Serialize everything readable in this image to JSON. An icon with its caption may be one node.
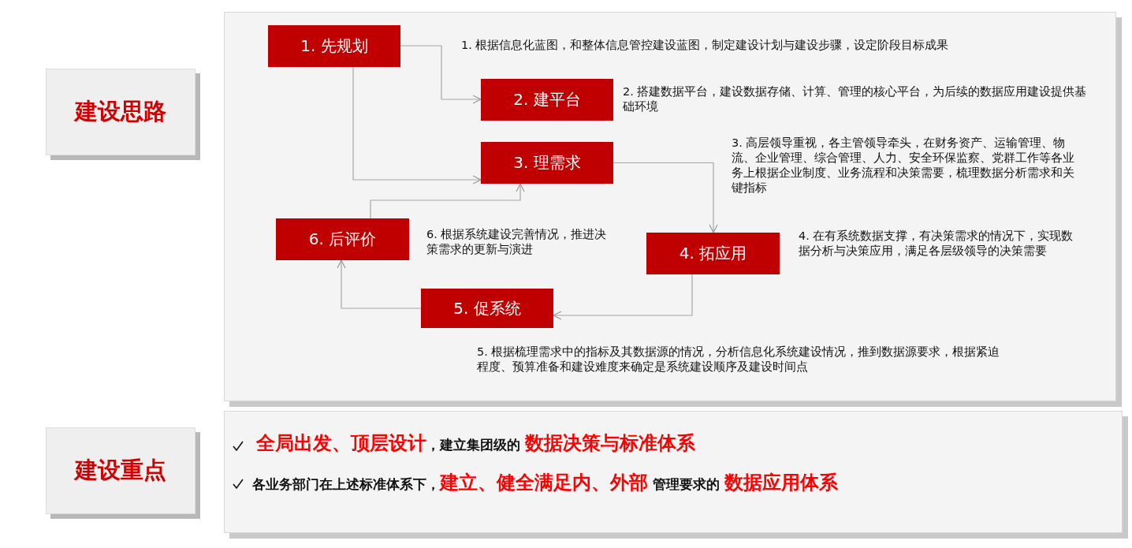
{
  "diagram": {
    "nodes": [
      {
        "text": [
          "建设思路"
        ]
      },
      {
        "text": [
          "1. 先规划"
        ]
      },
      {
        "text": [
          "2. 建平台"
        ],
        "beside": [
          "2. 搭建数据平台，建设数据存储、计算、管理的核心平台，为后续的数据应用建设提供基础环境"
        ]
      },
      {
        "text": [
          "3. 理需求"
        ]
      },
      {
        "text": [
          "6. 后评价"
        ],
        "beside": [
          "6. 根据系统建设完善情况，推进决策需求的更新与演进"
        ]
      },
      {
        "text": [
          "4. 拓应用"
        ],
        "beside": [
          "4. 在有系统数据支撑，有决策需求的情况下，实现数据分析与决策应用，满足各层级领导的决策需要"
        ]
      },
      {
        "text": [
          "5. 促系统"
        ],
        "beside": [
          "5. 根据梳理需求中的指标及其数据源的情况，分析信息化系统建设情况，推到数据源要求，根据紧迫程度、预算准备和建设难度来确定是系统建设顺序及建设时间点"
        ]
      },
      {
        "text": [
          "建设重点"
        ]
      }
    ],
    "edges": [
      {
        "from": 1,
        "to": 2,
        "arrow": "to"
      },
      {
        "from": 1,
        "to": 3,
        "arrow": "to"
      },
      {
        "from": 3,
        "to": 5,
        "arrow": "to"
      },
      {
        "from": 5,
        "to": 6,
        "arrow": "to"
      },
      {
        "from": 6,
        "to": 4,
        "arrow": "to"
      },
      {
        "from": 4,
        "to": 3,
        "arrow": "to"
      }
    ],
    "labels": [
      "1. 根据信息化蓝图，和整体信息管控建设蓝图，制定建设计划与建设步骤，设定阶段目标成果",
      "3. 高层领导重视，各主管领导牵头，在财务资产、运输管理、物流、企业管理、综合管理、人力、安全环保监察、党群工作等各业务上根据企业制度、业务流程和决策需要，梳理数据分析需求和关键指标",
      "**全局出发、顶层设计**，建立集团级的 **数据决策与标准体系**",
      "各业务部门在上述标准体系下，**建立、健全满足内、外部** 管理要求的 **数据应用体系**"
    ]
  }
}
